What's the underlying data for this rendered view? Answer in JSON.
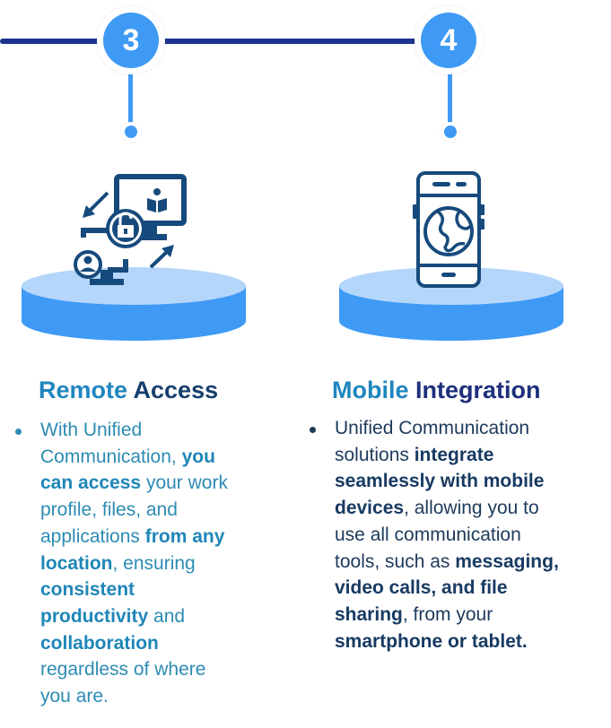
{
  "colors": {
    "timeline_line": "#1b3391",
    "badge_blue": "#3f9af5",
    "podium_top": "#b5d6fb",
    "podium_side": "#3f9af5",
    "icon_navy": "#174a7c",
    "accent_teal": "#1f86bf",
    "navy_text": "#1d3a5a"
  },
  "steps": [
    {
      "number": "3",
      "icon": "remote-access-icon",
      "title_highlight": "Remote",
      "title_rest": "Access",
      "bullet_lines": [
        [
          {
            "t": "With Unified",
            "b": false
          }
        ],
        [
          {
            "t": "Communication, ",
            "b": false
          },
          {
            "t": "you",
            "b": true
          }
        ],
        [
          {
            "t": "can access",
            "b": true
          },
          {
            "t": " your work",
            "b": false
          }
        ],
        [
          {
            "t": "profile, files, and",
            "b": false
          }
        ],
        [
          {
            "t": "applications ",
            "b": false
          },
          {
            "t": "from any",
            "b": true
          }
        ],
        [
          {
            "t": "location",
            "b": true
          },
          {
            "t": ", ensuring",
            "b": false
          }
        ],
        [
          {
            "t": "consistent",
            "b": true
          }
        ],
        [
          {
            "t": "productivity",
            "b": true
          },
          {
            "t": " and",
            "b": false
          }
        ],
        [
          {
            "t": "collaboration",
            "b": true
          }
        ],
        [
          {
            "t": "regardless of where",
            "b": false
          }
        ],
        [
          {
            "t": "you are.",
            "b": false
          }
        ]
      ]
    },
    {
      "number": "4",
      "icon": "mobile-globe-icon",
      "title_highlight": "Mobile",
      "title_rest": "Integration",
      "bullet_lines": [
        [
          {
            "t": "Unified Communication",
            "b": false
          }
        ],
        [
          {
            "t": "solutions ",
            "b": false
          },
          {
            "t": "integrate",
            "b": true
          }
        ],
        [
          {
            "t": "seamlessly with mobile",
            "b": true
          }
        ],
        [
          {
            "t": "devices",
            "b": true
          },
          {
            "t": ", allowing you to",
            "b": false
          }
        ],
        [
          {
            "t": "use all communication",
            "b": false
          }
        ],
        [
          {
            "t": "tools, such as ",
            "b": false
          },
          {
            "t": "messaging,",
            "b": true
          }
        ],
        [
          {
            "t": "video calls, and file",
            "b": true
          }
        ],
        [
          {
            "t": "sharing",
            "b": true
          },
          {
            "t": ", from your",
            "b": false
          }
        ],
        [
          {
            "t": "smartphone or tablet.",
            "b": true
          }
        ]
      ]
    }
  ]
}
